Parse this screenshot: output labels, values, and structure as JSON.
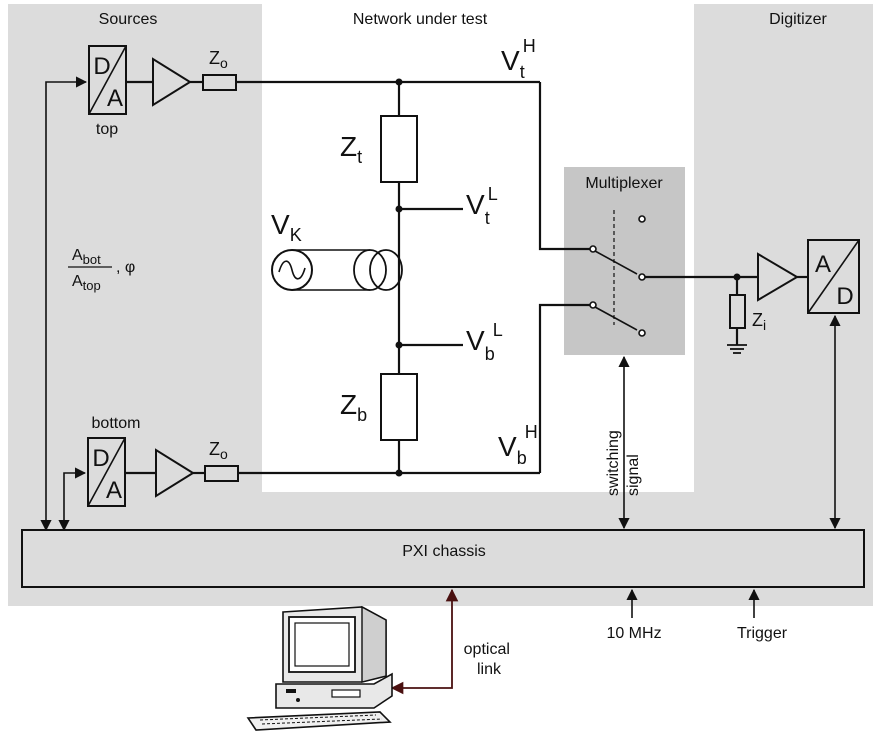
{
  "regions": {
    "sources": "Sources",
    "network": "Network under test",
    "digitizer": "Digitizer",
    "multiplexer": "Multiplexer",
    "pxi": "PXI chassis"
  },
  "sources": {
    "top_label": "top",
    "bottom_label": "bottom",
    "dac_d": "D",
    "dac_a": "A",
    "zo_main": "Z",
    "zo_sub": "o"
  },
  "ratio": {
    "num_main": "A",
    "num_sub": "bot",
    "den_main": "A",
    "den_sub": "top",
    "phi": ", φ"
  },
  "network": {
    "zt_main": "Z",
    "zt_sub": "t",
    "zb_main": "Z",
    "zb_sub": "b",
    "vk_main": "V",
    "vk_sub": "K",
    "vtl_main": "V",
    "vtl_sub": "t",
    "vtl_sup": "L",
    "vbl_main": "V",
    "vbl_sub": "b",
    "vbl_sup": "L",
    "vth_main": "V",
    "vth_sub": "t",
    "vth_sup": "H",
    "vbh_main": "V",
    "vbh_sub": "b",
    "vbh_sup": "H"
  },
  "digitizer": {
    "zi_main": "Z",
    "zi_sub": "i",
    "adc_a": "A",
    "adc_d": "D"
  },
  "signals": {
    "switching_line1": "switching",
    "switching_line2": "signal",
    "clock": "10 MHz",
    "trigger": "Trigger",
    "optical_line1": "optical",
    "optical_line2": "link"
  }
}
